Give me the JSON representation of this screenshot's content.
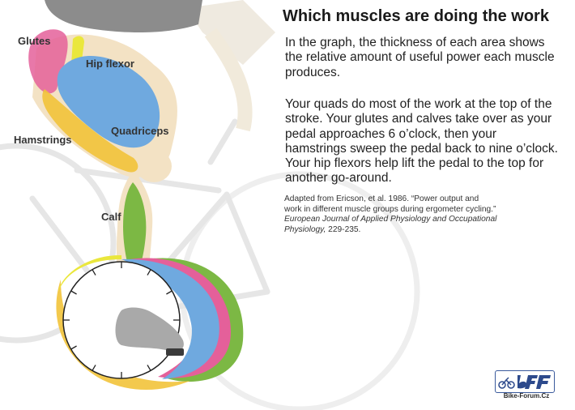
{
  "title": "Which muscles are doing the work",
  "description": {
    "paragraph1": "In the graph, the thickness of each area shows the relative amount of useful power each muscle produces.",
    "paragraph2": "Your quads do most of the work at the top of the stroke. Your glutes and calves take over as your pedal approaches 6 o’clock, then your hamstrings sweep the pedal back to nine o’clock. Your hip flexors help lift the pedal to the top for another go-around."
  },
  "citation": {
    "line1": "Adapted from Ericson, et al.  1986.  “Power output and",
    "line2": "work in different muscle groups during ergometer cycling.”",
    "journal_line1": "European Journal of Applied Physiology and Occupational",
    "journal_line2_italic": "Physiology,",
    "journal_line2_rest": " 229-235."
  },
  "muscle_labels": {
    "glutes": "Glutes",
    "hip_flexor": "Hip flexor",
    "quadriceps": "Quadriceps",
    "hamstrings": "Hamstrings",
    "calf": "Calf"
  },
  "muscle_colors": {
    "glutes": "#e4609a",
    "hip_flexor": "#eae73c",
    "quadriceps": "#6fa9df",
    "hamstrings": "#f2c33a",
    "calf": "#7cb844",
    "leg": "#f3e2c4"
  },
  "logo": {
    "text": "Bike-Forum.Cz",
    "brand_color": "#2d4a8c"
  }
}
